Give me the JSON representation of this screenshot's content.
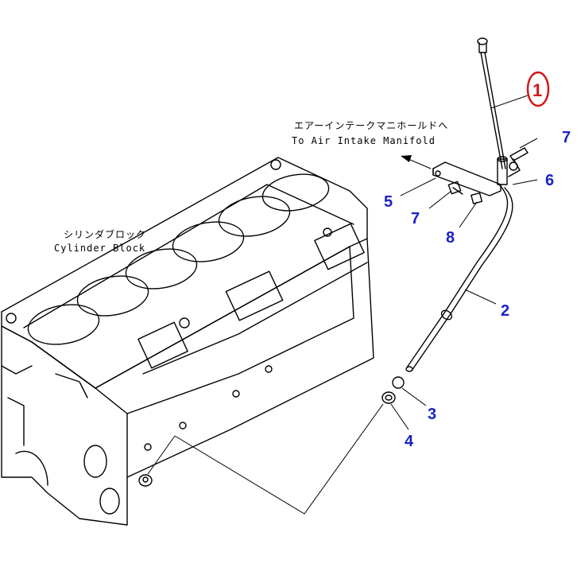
{
  "captions": {
    "manifold_jp": "エアーインテークマニホールドへ",
    "manifold_en": "To Air Intake Manifold",
    "block_jp": "シリンダブロック",
    "block_en": "Cylinder Block"
  },
  "callouts": [
    {
      "id": "1",
      "highlight": true
    },
    {
      "id": "2"
    },
    {
      "id": "3"
    },
    {
      "id": "4"
    },
    {
      "id": "5"
    },
    {
      "id": "6"
    },
    {
      "id": "7"
    },
    {
      "id": "7"
    },
    {
      "id": "8"
    }
  ],
  "colors": {
    "callout": "#1a22c8",
    "highlight": "#d01818",
    "line": "#000000",
    "background": "#ffffff"
  }
}
